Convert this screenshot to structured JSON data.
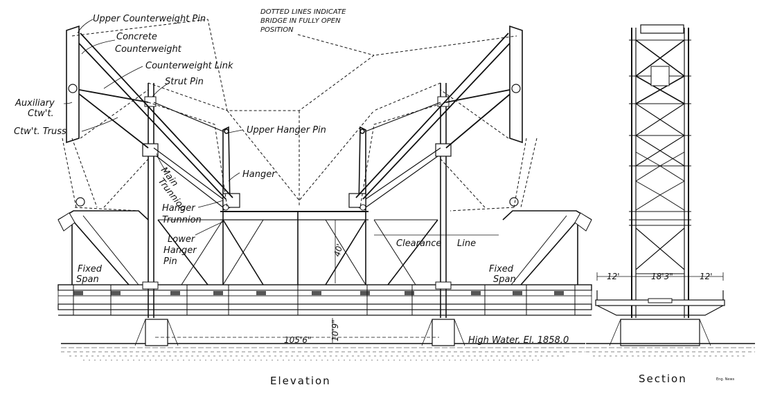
{
  "labels": {
    "upper_ctwt_pin": "Upper Counterweight Pin",
    "concrete": "Concrete",
    "counterweight": "Counterweight",
    "ctwt_link": "Counterweight Link",
    "strut_pin": "Strut Pin",
    "auxiliary": "Auxiliary",
    "ctwt_short": "Ctw't.",
    "ctwt_truss": "Ctw't. Truss",
    "main": "Main",
    "trunnion": "Trunnion",
    "upper_hanger_pin": "Upper Hanger Pin",
    "hanger": "Hanger",
    "hanger_t1": "Hanger",
    "hanger_t2": "Trunnion",
    "lower1": "Lower",
    "lower2": "Hanger",
    "lower3": "Pin",
    "clearance": "Clearance",
    "line": "Line",
    "fixed": "Fixed",
    "span": "Span",
    "fixed_r": "Fixed",
    "span_r": "Span",
    "note1": "DOTTED LINES INDICATE",
    "note2": "BRIDGE IN FULLY OPEN",
    "note3": "POSITION",
    "high_water": "High Water, El. 1858.0"
  },
  "dimensions": {
    "height_40": "40'",
    "span": "105'6\"",
    "clear_10": "10'9\"",
    "sec_left": "12'",
    "sec_mid": "18'3\"",
    "sec_right": "12'"
  },
  "captions": {
    "elevation": "Elevation",
    "section": "Section",
    "signature": "Eng. News"
  }
}
